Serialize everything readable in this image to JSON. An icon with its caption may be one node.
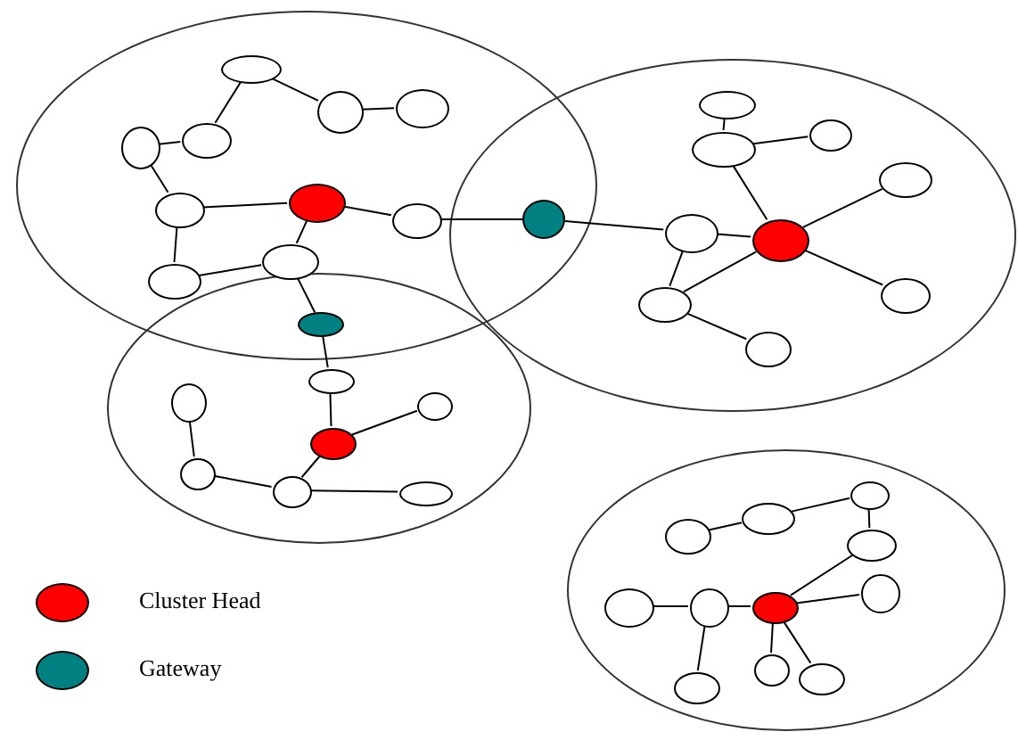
{
  "diagram": {
    "nodes": [
      {
        "text": [],
        "shape": "ellipse"
      },
      {
        "text": [],
        "shape": "ellipse",
        "in": 0
      },
      {
        "text": [],
        "shape": "ellipse",
        "in": 0
      },
      {
        "text": [],
        "shape": "ellipse",
        "in": 0
      },
      {
        "text": [],
        "shape": "ellipse",
        "in": 0
      },
      {
        "text": [],
        "shape": "ellipse",
        "in": 0
      },
      {
        "text": [],
        "shape": "ellipse",
        "in": 0
      },
      {
        "text": [],
        "shape": "ellipse",
        "in": 0
      },
      {
        "text": [],
        "shape": "ellipse",
        "in": 0
      },
      {
        "text": [],
        "shape": "ellipse",
        "in": 0
      },
      {
        "text": [],
        "shape": "ellipse",
        "in": 0
      },
      {
        "text": [],
        "shape": "ellipse"
      },
      {
        "text": [],
        "shape": "ellipse",
        "in": 11
      },
      {
        "text": [],
        "shape": "ellipse",
        "in": 11
      },
      {
        "text": [],
        "shape": "ellipse",
        "in": 11
      },
      {
        "text": [],
        "shape": "ellipse",
        "in": 11
      },
      {
        "text": [],
        "shape": "ellipse",
        "in": 11
      },
      {
        "text": [],
        "shape": "ellipse",
        "in": 11
      },
      {
        "text": [],
        "shape": "ellipse",
        "in": 11
      },
      {
        "text": [],
        "shape": "ellipse",
        "in": 11
      },
      {
        "text": [],
        "shape": "ellipse",
        "in": 11
      },
      {
        "text": [],
        "shape": "ellipse"
      },
      {
        "text": [],
        "shape": "ellipse"
      },
      {
        "text": [],
        "shape": "ellipse"
      },
      {
        "text": [],
        "shape": "ellipse",
        "in": 23
      },
      {
        "text": [],
        "shape": "ellipse",
        "in": 23
      },
      {
        "text": [],
        "shape": "ellipse",
        "in": 23
      },
      {
        "text": [],
        "shape": "ellipse",
        "in": 23
      },
      {
        "text": [],
        "shape": "ellipse",
        "in": 23
      },
      {
        "text": [],
        "shape": "ellipse",
        "in": 23
      },
      {
        "text": [],
        "shape": "ellipse",
        "in": 23
      },
      {
        "text": [],
        "shape": "ellipse"
      },
      {
        "text": [],
        "shape": "ellipse",
        "in": 31
      },
      {
        "text": [],
        "shape": "ellipse",
        "in": 31
      },
      {
        "text": [],
        "shape": "ellipse",
        "in": 31
      },
      {
        "text": [],
        "shape": "ellipse",
        "in": 31
      },
      {
        "text": [],
        "shape": "ellipse",
        "in": 31
      },
      {
        "text": [],
        "shape": "ellipse",
        "in": 31
      },
      {
        "text": [],
        "shape": "ellipse",
        "in": 31
      },
      {
        "text": [],
        "shape": "ellipse",
        "in": 31
      },
      {
        "text": [],
        "shape": "ellipse",
        "in": 31
      },
      {
        "text": [],
        "shape": "ellipse",
        "in": 31
      },
      {
        "text": [],
        "shape": "ellipse",
        "in": 31
      }
    ],
    "edges": [
      {
        "from": 1,
        "to": 4,
        "arrow": "none"
      },
      {
        "from": 1,
        "to": 2,
        "arrow": "none"
      },
      {
        "from": 2,
        "to": 3,
        "arrow": "none"
      },
      {
        "from": 4,
        "to": 5,
        "arrow": "none"
      },
      {
        "from": 5,
        "to": 6,
        "arrow": "none"
      },
      {
        "from": 6,
        "to": 7,
        "arrow": "none"
      },
      {
        "from": 6,
        "to": 10,
        "arrow": "none"
      },
      {
        "from": 10,
        "to": 9,
        "arrow": "none"
      },
      {
        "from": 9,
        "to": 7,
        "arrow": "none"
      },
      {
        "from": 7,
        "to": 8,
        "arrow": "none"
      },
      {
        "from": 8,
        "to": 21,
        "arrow": "none"
      },
      {
        "from": 9,
        "to": 22,
        "arrow": "none"
      },
      {
        "from": 12,
        "to": 13,
        "arrow": "none"
      },
      {
        "from": 13,
        "to": 14,
        "arrow": "none"
      },
      {
        "from": 13,
        "to": 16,
        "arrow": "none"
      },
      {
        "from": 16,
        "to": 15,
        "arrow": "none"
      },
      {
        "from": 16,
        "to": 19,
        "arrow": "none"
      },
      {
        "from": 16,
        "to": 17,
        "arrow": "none"
      },
      {
        "from": 17,
        "to": 21,
        "arrow": "none"
      },
      {
        "from": 17,
        "to": 18,
        "arrow": "none"
      },
      {
        "from": 18,
        "to": 16,
        "arrow": "none"
      },
      {
        "from": 18,
        "to": 20,
        "arrow": "none"
      },
      {
        "from": 22,
        "to": 24,
        "arrow": "none"
      },
      {
        "from": 24,
        "to": 26,
        "arrow": "none"
      },
      {
        "from": 26,
        "to": 27,
        "arrow": "none"
      },
      {
        "from": 25,
        "to": 28,
        "arrow": "none"
      },
      {
        "from": 28,
        "to": 29,
        "arrow": "none"
      },
      {
        "from": 29,
        "to": 26,
        "arrow": "none"
      },
      {
        "from": 29,
        "to": 30,
        "arrow": "none"
      },
      {
        "from": 34,
        "to": 32,
        "arrow": "none"
      },
      {
        "from": 32,
        "to": 33,
        "arrow": "none"
      },
      {
        "from": 33,
        "to": 35,
        "arrow": "none"
      },
      {
        "from": 35,
        "to": 38,
        "arrow": "none"
      },
      {
        "from": 38,
        "to": 39,
        "arrow": "none"
      },
      {
        "from": 38,
        "to": 37,
        "arrow": "none"
      },
      {
        "from": 37,
        "to": 36,
        "arrow": "none"
      },
      {
        "from": 37,
        "to": 42,
        "arrow": "none"
      },
      {
        "from": 38,
        "to": 40,
        "arrow": "none"
      },
      {
        "from": 38,
        "to": 41,
        "arrow": "none"
      }
    ],
    "legend": [
      {
        "text": "Cluster Head",
        "color": "#ff0000"
      },
      {
        "text": "Gateway",
        "color": "#008080"
      }
    ]
  }
}
